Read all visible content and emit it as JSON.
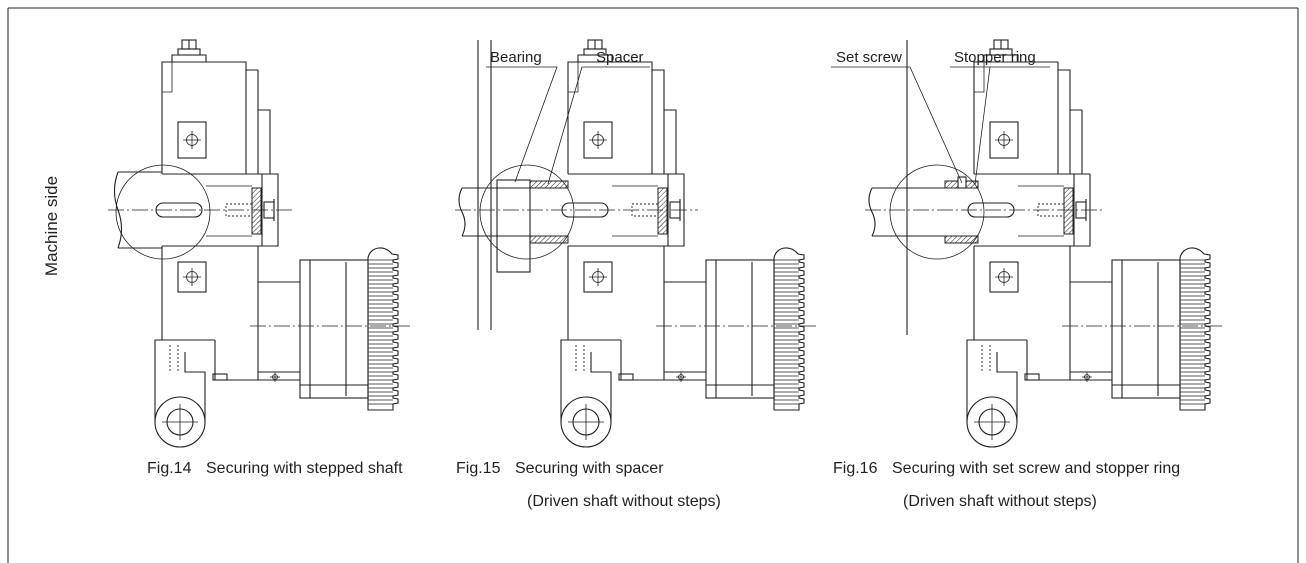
{
  "side_label": "Machine side",
  "figures": [
    {
      "number": "Fig.14",
      "title": "Securing with stepped shaft"
    },
    {
      "number": "Fig.15",
      "title": "Securing with spacer",
      "subtitle": "(Driven shaft without steps)",
      "callouts": {
        "bearing": "Bearing",
        "spacer": "Spacer"
      }
    },
    {
      "number": "Fig.16",
      "title": "Securing with set screw and stopper ring",
      "subtitle": "(Driven shaft without steps)",
      "callouts": {
        "set_screw": "Set screw",
        "stopper_ring": "Stopper ring"
      }
    }
  ],
  "line_color": "#231f20"
}
